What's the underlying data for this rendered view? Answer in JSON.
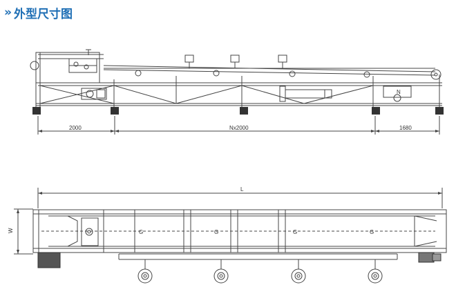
{
  "header": {
    "title": "外型尺寸图",
    "chevron": "››"
  },
  "side_view": {
    "dim_left": "2000",
    "dim_middle": "Nx2000",
    "dim_right": "1680",
    "motor_label": "N"
  },
  "top_view": {
    "dim_length": "L",
    "dim_width": "W",
    "idler_labels": [
      "G",
      "G",
      "G",
      "G"
    ]
  },
  "colors": {
    "title": "#1f6fb5",
    "lines": "#444444",
    "blocks": "#333333"
  }
}
